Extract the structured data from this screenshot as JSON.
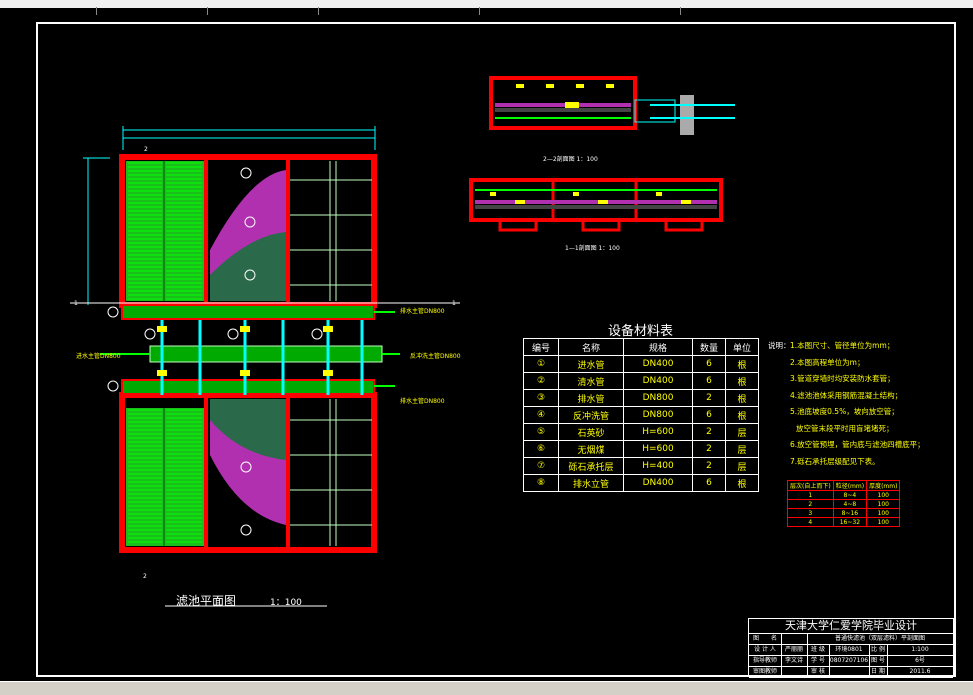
{
  "materials": {
    "title": "设备材料表",
    "headers": [
      "编号",
      "名称",
      "规格",
      "数量",
      "单位"
    ],
    "rows": [
      {
        "no": "①",
        "name": "进水管",
        "spec": "DN400",
        "qty": "6",
        "unit": "根"
      },
      {
        "no": "②",
        "name": "清水管",
        "spec": "DN400",
        "qty": "6",
        "unit": "根"
      },
      {
        "no": "③",
        "name": "排水管",
        "spec": "DN800",
        "qty": "2",
        "unit": "根"
      },
      {
        "no": "④",
        "name": "反冲洗管",
        "spec": "DN800",
        "qty": "6",
        "unit": "根"
      },
      {
        "no": "⑤",
        "name": "石英砂",
        "spec": "H=600",
        "qty": "2",
        "unit": "层"
      },
      {
        "no": "⑥",
        "name": "无烟煤",
        "spec": "H=600",
        "qty": "2",
        "unit": "层"
      },
      {
        "no": "⑦",
        "name": "砾石承托层",
        "spec": "H=400",
        "qty": "2",
        "unit": "层"
      },
      {
        "no": "⑧",
        "name": "排水立管",
        "spec": "DN400",
        "qty": "6",
        "unit": "根"
      }
    ]
  },
  "notes": {
    "lead": "说明：",
    "items": [
      "1.本图尺寸、管径单位为mm；",
      "2.本图高程单位为m；",
      "3.管道穿墙时均安装防水套管；",
      "4.滤池池体采用钢筋混凝土结构；",
      "5.池底坡度0.5%，坡向放空管；",
      "放空管末段平时用盲堵堵死；",
      "6.放空管预埋，管内底与滤池四槽底平；",
      "7.砾石承托层级配见下表。"
    ]
  },
  "gradation": {
    "headers": [
      "层次(自上而下)",
      "粒径(mm)",
      "厚度(mm)"
    ],
    "rows": [
      [
        "1",
        "8~4",
        "100"
      ],
      [
        "2",
        "4~8",
        "100"
      ],
      [
        "3",
        "8~16",
        "100"
      ],
      [
        "4",
        "16~32",
        "100"
      ]
    ]
  },
  "plan": {
    "title": "滤池平面图",
    "scale": "1：100",
    "labels": {
      "drain_top": "排水主管DN800",
      "inlet": "进水主管DN800",
      "backwash": "反冲洗主管DN800",
      "drain_bottom": "排水主管DN800",
      "section_mark": "1",
      "section_mark2": "2"
    }
  },
  "sections": {
    "s22": "2—2剖面图 1：100",
    "s11": "1—1剖面图 1：100"
  },
  "title_block": {
    "school": "天津大学仁爱学院毕业设计",
    "rows": [
      [
        "图　　名",
        "",
        "普通快滤池（双层滤料）平剖面图",
        "",
        ""
      ],
      [
        "设 计 人",
        "严丽丽",
        "班 级",
        "环境0801",
        "比 例",
        "1:100"
      ],
      [
        "指导教师",
        "李文诗",
        "学 号",
        "0807207106",
        "图 号",
        "6号"
      ],
      [
        "审图教师",
        "",
        "审 核",
        "",
        "日 期",
        "2011.6"
      ]
    ]
  }
}
